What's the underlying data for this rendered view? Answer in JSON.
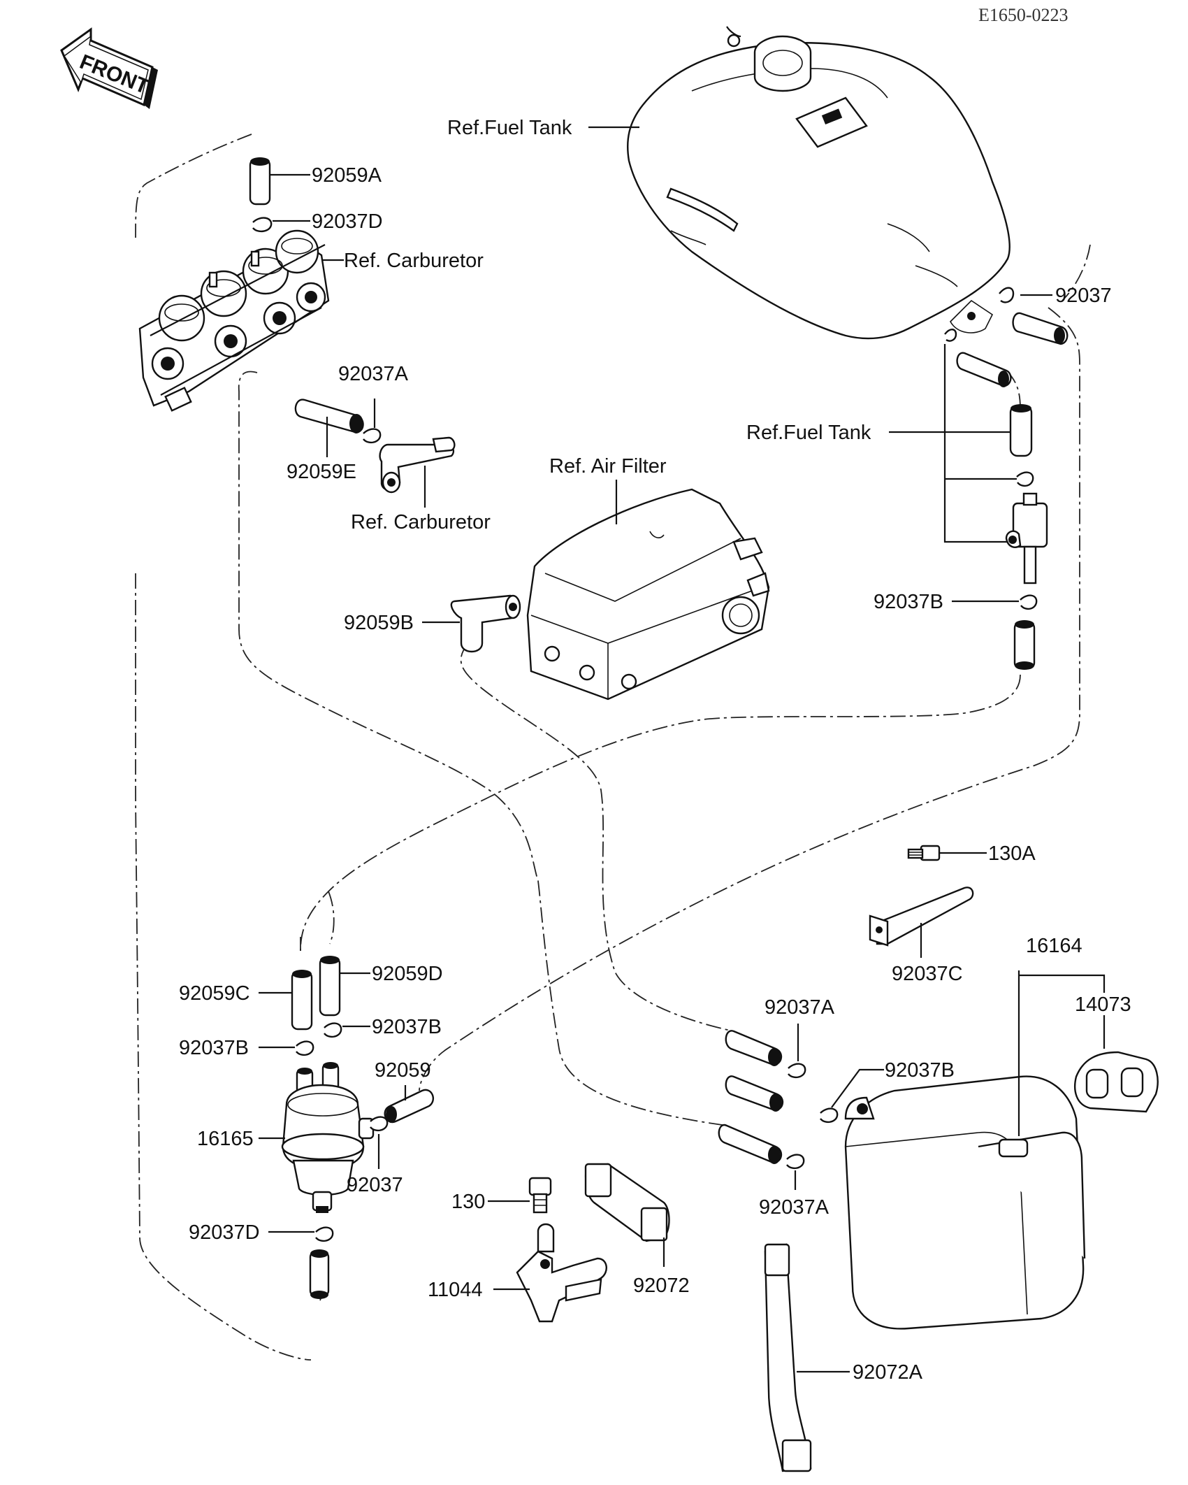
{
  "diagram_code": "E1650-0223",
  "direction_label": "FRONT",
  "labels": {
    "ref_fuel_tank_top": "Ref.Fuel Tank",
    "ref_fuel_tank_mid": "Ref.Fuel Tank",
    "ref_carburetor_top": "Ref. Carburetor",
    "ref_carburetor_mid": "Ref. Carburetor",
    "ref_air_filter": "Ref. Air Filter",
    "p92059A": "92059A",
    "p92037D_top": "92037D",
    "p92037A_top": "92037A",
    "p92059E": "92059E",
    "p92037_tank": "92037",
    "p92037B_right": "92037B",
    "p92059B": "92059B",
    "p130A": "130A",
    "p92037C": "92037C",
    "p16164": "16164",
    "p14073": "14073",
    "p92059D": "92059D",
    "p92059C": "92059C",
    "p92037B_left": "92037B",
    "p92037B_left2": "92037B",
    "p92059": "92059",
    "p16165": "16165",
    "p92037_pump": "92037",
    "p92037D_bottom": "92037D",
    "p130": "130",
    "p11044": "11044",
    "p92072": "92072",
    "p92037A_mid": "92037A",
    "p92037B_canister": "92037B",
    "p92037A_bottom": "92037A",
    "p92072A": "92072A"
  },
  "colors": {
    "ink": "#111111",
    "paper": "#ffffff"
  },
  "icons": [
    "front-arrow-icon"
  ]
}
